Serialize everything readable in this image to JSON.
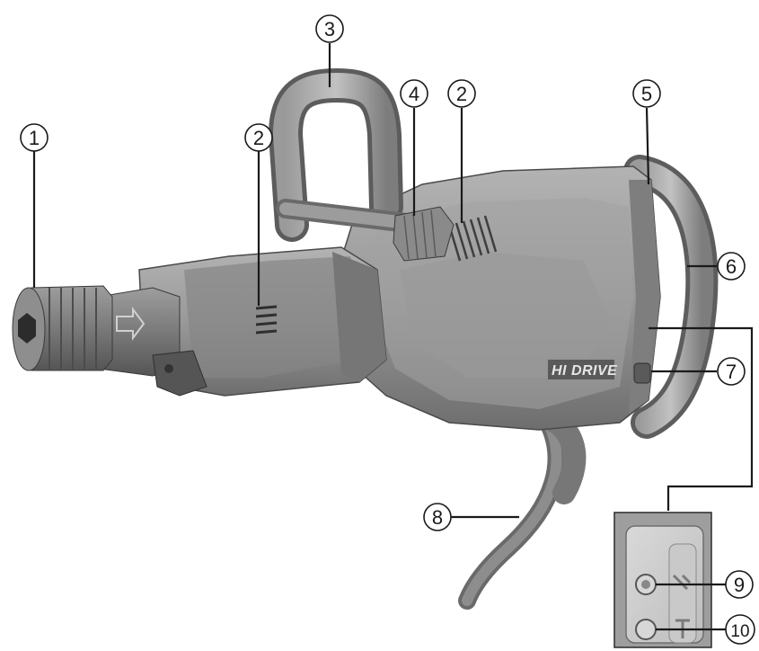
{
  "diagram": {
    "brand_label": "HI DRIVE",
    "callouts": [
      {
        "number": "1"
      },
      {
        "number": "2"
      },
      {
        "number": "3"
      },
      {
        "number": "4"
      },
      {
        "number": "2"
      },
      {
        "number": "5"
      },
      {
        "number": "6"
      },
      {
        "number": "7"
      },
      {
        "number": "8"
      },
      {
        "number": "9"
      },
      {
        "number": "10"
      }
    ],
    "colors": {
      "body_dark": "#6f6f6f",
      "body_mid": "#8c8c8c",
      "body_light": "#a9a9a9",
      "line": "#1a1a1a"
    }
  }
}
